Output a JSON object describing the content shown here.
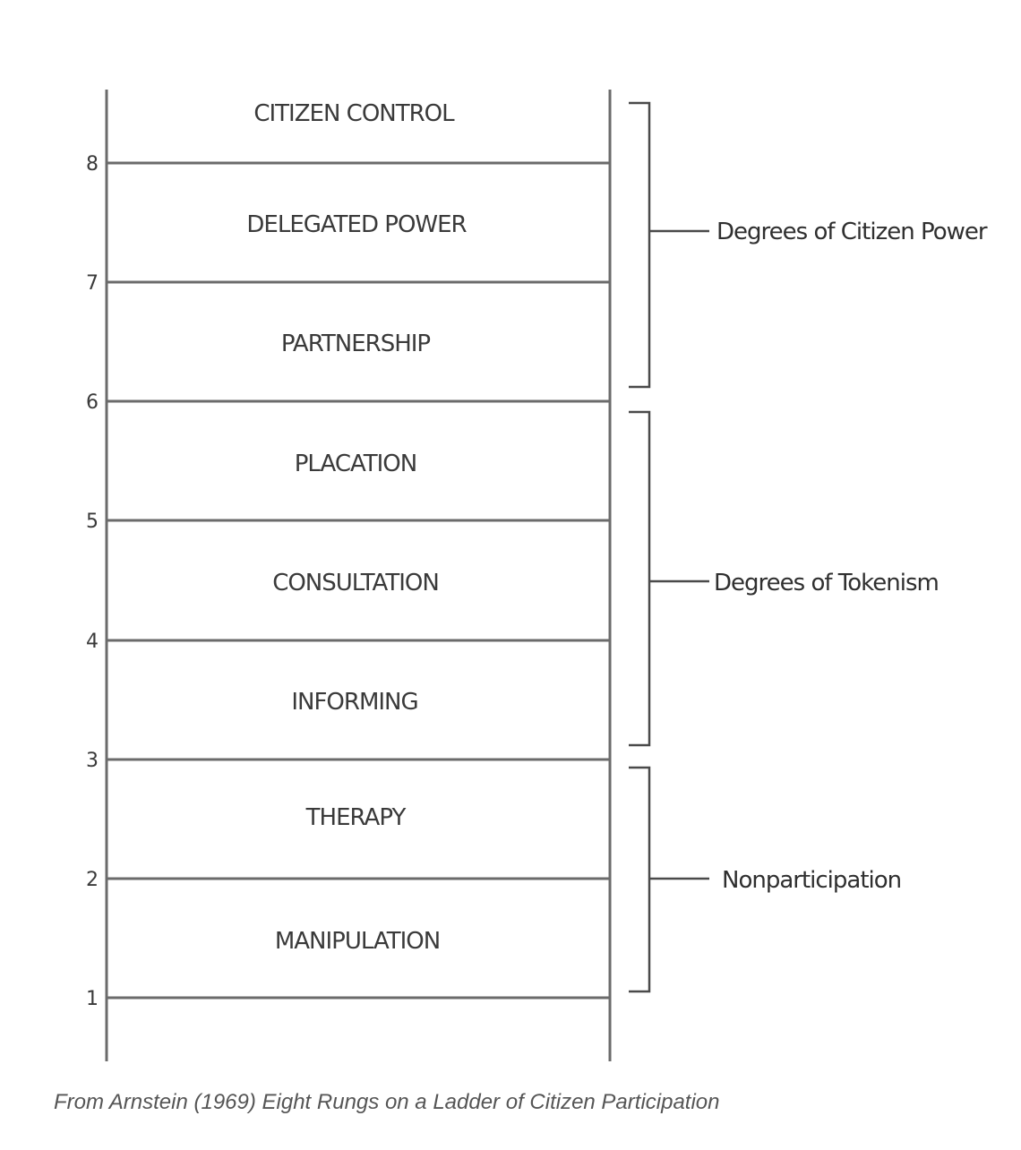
{
  "rungs": [
    {
      "number": "1",
      "label": "MANIPULATION"
    },
    {
      "number": "2",
      "label": "THERAPY"
    },
    {
      "number": "3",
      "label": "INFORMING"
    },
    {
      "number": "4",
      "label": "CONSULTATION"
    },
    {
      "number": "5",
      "label": "PLACATION"
    },
    {
      "number": "6",
      "label": "PARTNERSHIP"
    },
    {
      "number": "7",
      "label": "DELEGATED POWER"
    },
    {
      "number": "8",
      "label": "CITIZEN CONTROL"
    }
  ],
  "groups": [
    {
      "label": "Nonparticipation",
      "from_rung": 1,
      "to_rung": 2
    },
    {
      "label": "Degrees of Tokenism",
      "from_rung": 3,
      "to_rung": 5
    },
    {
      "label": "Degrees of Citizen Power",
      "from_rung": 6,
      "to_rung": 8
    }
  ],
  "caption": "From Arnstein (1969) Eight Rungs on a Ladder of Citizen Participation"
}
